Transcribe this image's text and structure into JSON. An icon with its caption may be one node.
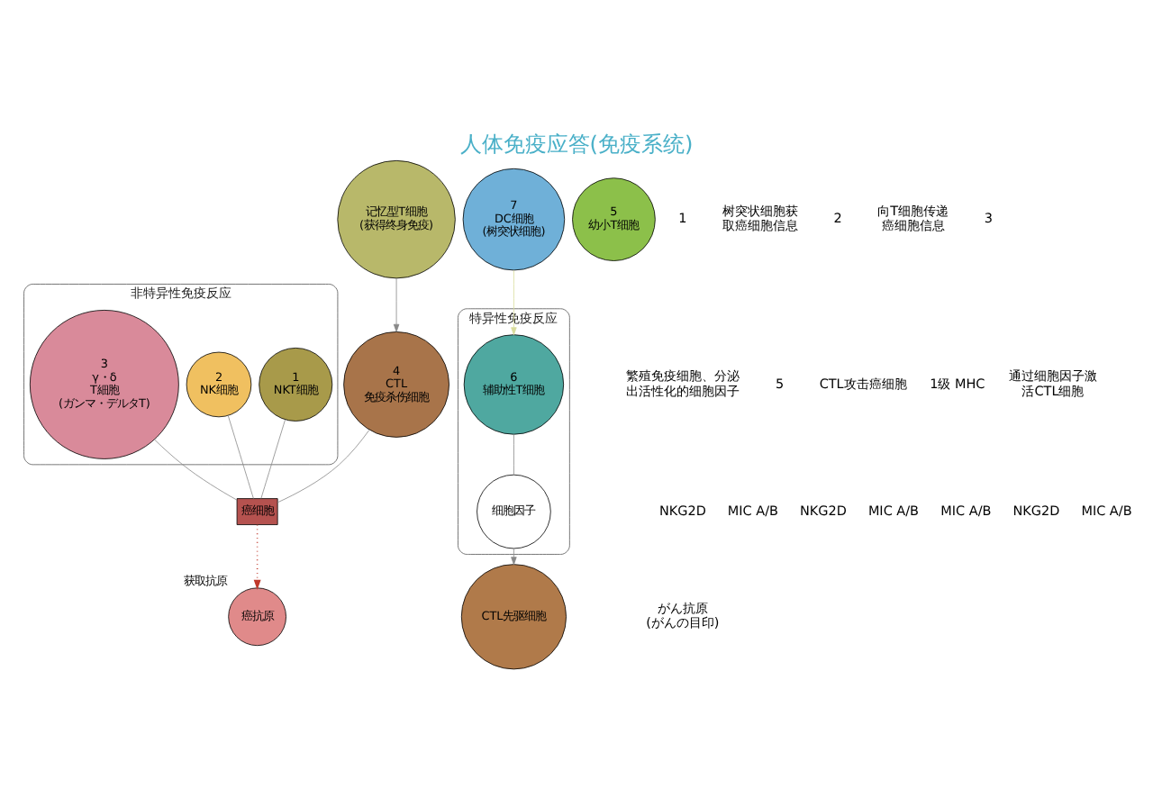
{
  "diagram": {
    "title": "人体免疫应答(免疫系统)",
    "nodes": [
      {
        "text": [
          "非特异性免疫反应"
        ]
      },
      {
        "text": [
          "1",
          "NKT细胞"
        ],
        "in": 0
      },
      {
        "text": [
          "2",
          "NK细胞"
        ],
        "in": 0
      },
      {
        "text": [
          "3",
          "γ・δ T細胞 (ガンマ・デルタT)"
        ],
        "in": 0
      },
      {
        "text": [
          "癌细胞"
        ]
      },
      {
        "text": [
          "4",
          "CTL 免疫杀伤细胞"
        ]
      },
      {
        "text": [
          "特异性免疫反应"
        ]
      },
      {
        "text": [
          "6",
          "辅助性T细胞"
        ],
        "in": 6
      },
      {
        "text": [
          "细胞因子"
        ],
        "in": 6
      },
      {
        "text": [
          "7",
          "DC细胞 (树突状细胞)"
        ]
      },
      {
        "text": [
          "癌抗原"
        ],
        "beside": [
          "获取抗原"
        ]
      },
      {
        "text": [
          "CTL先驱细胞"
        ]
      },
      {
        "text": [
          "5",
          "幼小T细胞"
        ]
      },
      {
        "text": [
          "记忆型T细胞 (获得终身免疫)"
        ]
      }
    ],
    "edges": [
      {
        "from": 1,
        "to": 4,
        "arrow": "none"
      },
      {
        "from": 2,
        "to": 4,
        "arrow": "none"
      },
      {
        "from": 3,
        "to": 4,
        "arrow": "none"
      },
      {
        "from": 5,
        "to": 4,
        "arrow": "none"
      },
      {
        "from": 4,
        "to": 10,
        "arrow": "to",
        "style": "dashed",
        "color": "#c0392b"
      },
      {
        "from": 9,
        "to": 7,
        "arrow": "to",
        "color": "#d8dc9c"
      },
      {
        "from": 7,
        "to": 8,
        "arrow": "none"
      },
      {
        "from": 8,
        "to": 11,
        "arrow": "to"
      },
      {
        "from": 13,
        "to": 5,
        "arrow": "to"
      }
    ],
    "labels": [
      "1",
      "树突状细胞获取癌细胞信息",
      "2",
      "向T细胞传递癌细胞信息",
      "3",
      "繁殖免疫细胞、分泌出活性化的细胞因子",
      "5",
      "CTL攻击癌细胞",
      "1级 MHC",
      "通过细胞因子激活CTL细胞",
      "NKG2D",
      "MIC A/B",
      "NKG2D",
      "MIC A/B",
      "MIC A/B",
      "NKG2D",
      "MIC A/B",
      "がん抗原 (がんの目印)"
    ]
  }
}
